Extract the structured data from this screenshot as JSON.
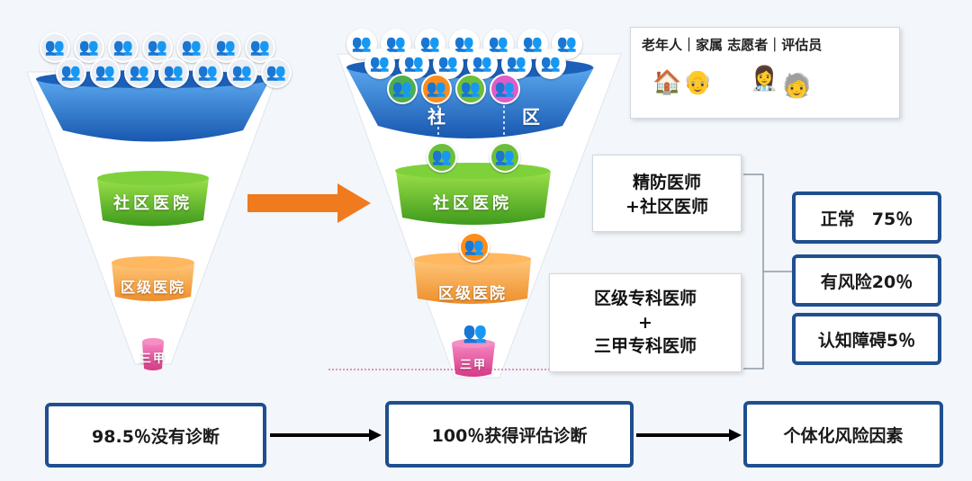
{
  "left_funnel": {
    "tiers": [
      "社区医院",
      "区级医院",
      "三甲"
    ]
  },
  "right_funnel": {
    "tiers": [
      "社区",
      "社区医院",
      "区级医院",
      "三甲"
    ],
    "top_label_left": "社",
    "top_label_right": "区"
  },
  "roles_card": {
    "title": "老年人｜家属 志愿者｜评估员"
  },
  "doctor_boxes": {
    "community": [
      "精防医师",
      "+社区医师"
    ],
    "specialist": [
      "区级专科医师",
      "+",
      "三甲专科医师"
    ]
  },
  "result_boxes": [
    "正常　75％",
    "有风险20％",
    "认知障碍5％"
  ],
  "flow_boxes": [
    "98.5％没有诊断",
    "100％获得评估诊断",
    "个体化风险因素"
  ],
  "icons": {
    "person": "person-group-icon",
    "arrow": "orange-arrow-icon"
  },
  "colors": {
    "funnel_blue": "#1f6fc8",
    "funnel_green": "#6cc42c",
    "funnel_orange": "#f5a742",
    "funnel_pink": "#e8559c",
    "box_border": "#1f4f8f",
    "arrow_orange": "#f07a1e"
  }
}
